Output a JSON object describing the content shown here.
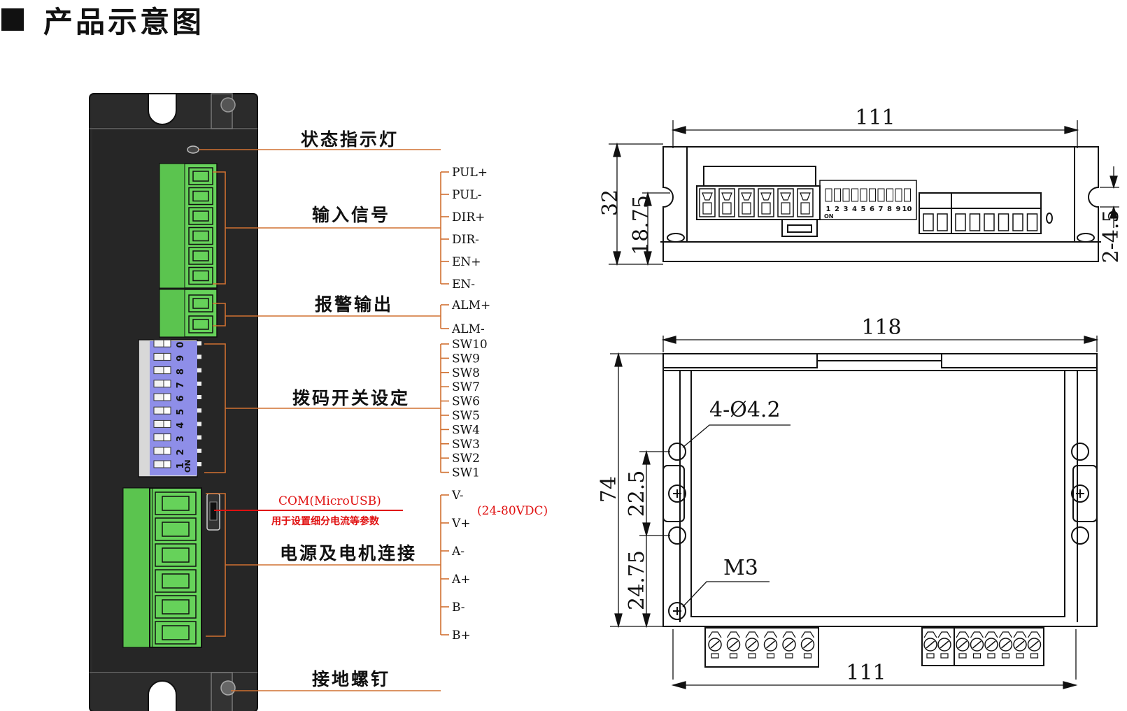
{
  "heading": {
    "title": "产品示意图"
  },
  "left_panel": {
    "callouts": {
      "status_led": "状态指示灯",
      "input_signal": "输入信号",
      "alarm_output": "报警输出",
      "dip_switch": "拨码开关设定",
      "power_motor": "电源及电机连接",
      "ground_screw": "接地螺钉"
    },
    "input_pins": [
      "PUL+",
      "PUL-",
      "DIR+",
      "DIR-",
      "EN+",
      "EN-"
    ],
    "alarm_pins": [
      "ALM+",
      "ALM-"
    ],
    "dip_pins": [
      "SW10",
      "SW9",
      "SW8",
      "SW7",
      "SW6",
      "SW5",
      "SW4",
      "SW3",
      "SW2",
      "SW1"
    ],
    "dip_numbers": [
      "1",
      "2",
      "3",
      "4",
      "5",
      "6",
      "7",
      "8",
      "9",
      "0"
    ],
    "dip_on": "ON",
    "power_pins": [
      "V-",
      "V+",
      "A-",
      "A+",
      "B-",
      "B+"
    ],
    "voltage": "(24-80VDC)",
    "com_port": "COM(MicroUSB)",
    "com_note": "用于设置细分电流等参数"
  },
  "top_view": {
    "width": "111",
    "height": "32",
    "inner_height": "18.75",
    "slot": "2-4.5",
    "dip_numbers": [
      "1",
      "2",
      "3",
      "4",
      "5",
      "6",
      "7",
      "8",
      "9",
      "10"
    ],
    "dip_on": "ON"
  },
  "front_view": {
    "width_top": "118",
    "width_bottom": "111",
    "height": "74",
    "dim_a": "22.5",
    "dim_b": "24.75",
    "hole": "4-Ø4.2",
    "screw": "M3"
  },
  "colors": {
    "leader": "#d07030",
    "terminal_green": "#66d25a",
    "dip_blue": "#8e8ee8",
    "housing_dark": "#262626",
    "red_note": "#e01010"
  }
}
